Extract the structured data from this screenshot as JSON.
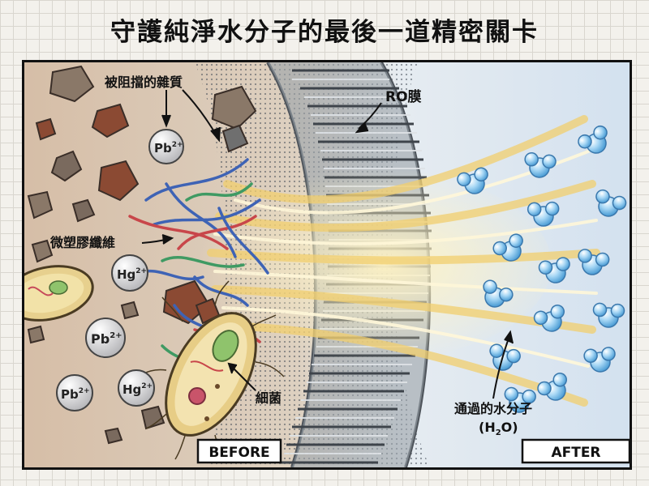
{
  "title": "守護純淨水分子的最後一道精密關卡",
  "labels": {
    "impurities": "被阻擋的雜質",
    "membrane": "RO膜",
    "microplastics": "微塑膠纖維",
    "bacteria": "細菌",
    "water_molecules_line1": "通過的水分子",
    "water_molecules_line2_prefix": "(H",
    "water_molecules_line2_sub": "2",
    "water_molecules_line2_suffix": "O)"
  },
  "ions": [
    {
      "base": "Pb",
      "charge": "2+"
    },
    {
      "base": "Hg",
      "charge": "2+"
    },
    {
      "base": "Pb",
      "charge": "2+"
    },
    {
      "base": "Hg",
      "charge": "2+"
    },
    {
      "base": "Pb",
      "charge": "2+"
    }
  ],
  "badges": {
    "before": "BEFORE",
    "after": "AFTER"
  },
  "colors": {
    "dirty_bg": "#d9c3ad",
    "clean_bg": "#dbe6f2",
    "membrane": "#5f656c",
    "light_beam": "#f4d27a",
    "water": "#8fc8ef",
    "fiber_blue": "#3e63b5",
    "fiber_red": "#c8464a",
    "fiber_green": "#3f9a63",
    "rock": "#8a7363",
    "rock_red": "#8b4a33"
  }
}
